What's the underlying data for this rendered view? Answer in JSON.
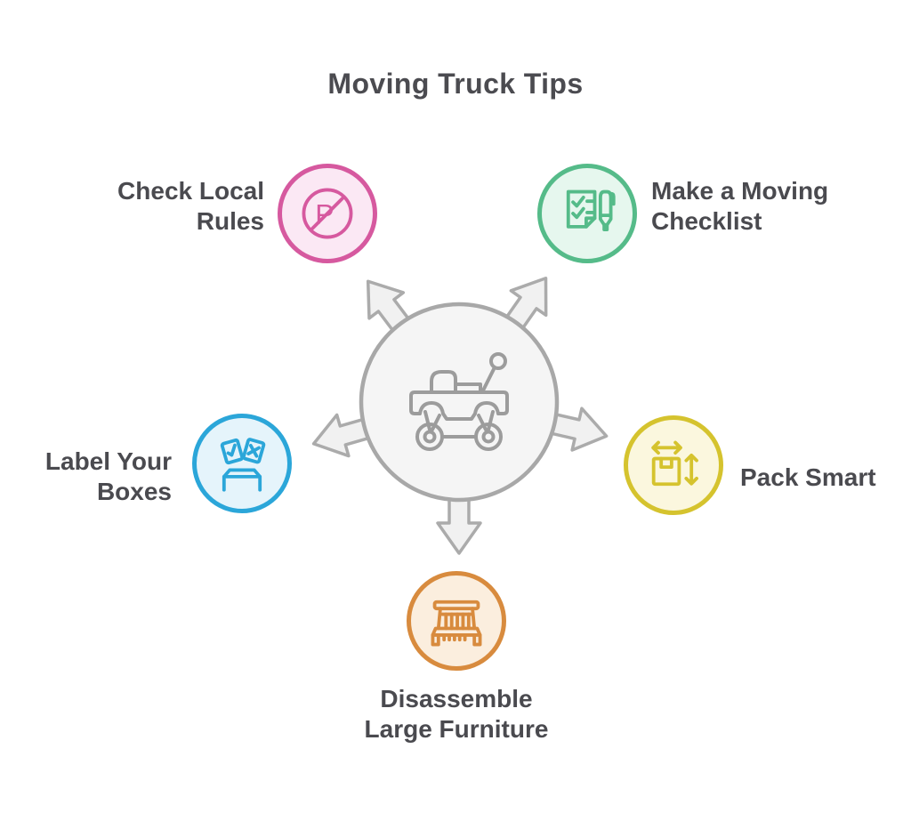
{
  "title": "Moving Truck Tips",
  "colors": {
    "background": "#ffffff",
    "title_text": "#4b4b50",
    "label_text": "#4a4a4f",
    "hub_fill": "#f5f5f5",
    "hub_stroke": "#a8a8a8",
    "truck_stroke": "#9c9c9c",
    "arrow_fill": "#f1f1f1",
    "arrow_stroke": "#ababab"
  },
  "hub": {
    "icon": "rc-monster-truck-icon",
    "arrow_count": 5
  },
  "nodes": [
    {
      "id": "check-local-rules",
      "label": "Check Local Rules",
      "lines": [
        "Check Local",
        "Rules"
      ],
      "icon": "no-parking-icon",
      "icon_letter": "P",
      "accent": "#d6599f",
      "fill": "#fbe8f4",
      "position": "top-left"
    },
    {
      "id": "make-a-moving-checklist",
      "label": "Make a Moving Checklist",
      "lines": [
        "Make a Moving",
        "Checklist"
      ],
      "icon": "checklist-pen-icon",
      "accent": "#55bb89",
      "fill": "#e6f7ee",
      "position": "top-right"
    },
    {
      "id": "label-your-boxes",
      "label": "Label Your Boxes",
      "lines": [
        "Label Your",
        "Boxes"
      ],
      "icon": "tagged-boxes-icon",
      "accent": "#2ba6d9",
      "fill": "#e5f4fb",
      "position": "left"
    },
    {
      "id": "pack-smart",
      "label": "Pack Smart",
      "lines": [
        "Pack Smart"
      ],
      "icon": "box-dimensions-icon",
      "accent": "#d5c32e",
      "fill": "#fbf7de",
      "position": "right"
    },
    {
      "id": "disassemble-large-furniture",
      "label": "Disassemble Large Furniture",
      "lines": [
        "Disassemble",
        "Large Furniture"
      ],
      "icon": "furniture-bench-icon",
      "accent": "#d88b3e",
      "fill": "#fbeede",
      "position": "bottom"
    }
  ]
}
